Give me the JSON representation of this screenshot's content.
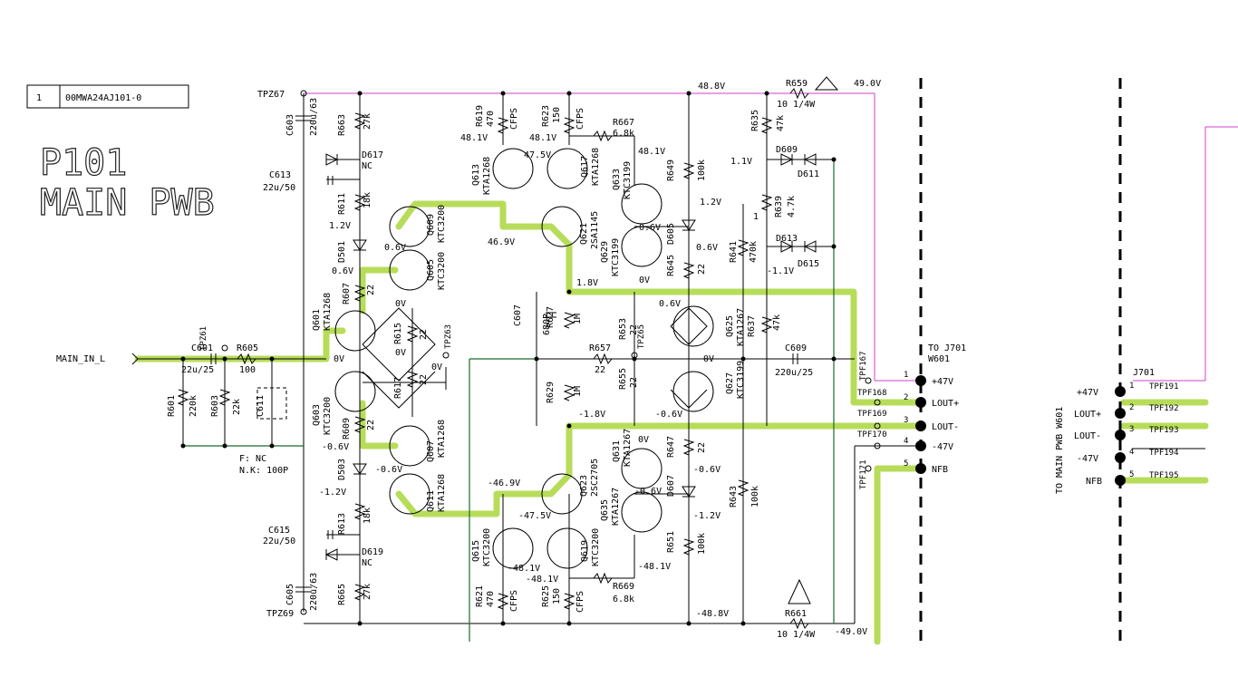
{
  "title_block": {
    "sheet": "1",
    "doc_number": "00MWA24AJ101-0"
  },
  "board": {
    "name_line1": "P101",
    "name_line2": "MAIN PWB"
  },
  "input": {
    "label": "MAIN_IN_L"
  },
  "connector_w601": {
    "heading_to": "TO J701",
    "heading_id": "W601",
    "pins": [
      {
        "num": "1",
        "label": "+47V",
        "tp": "TPF167"
      },
      {
        "num": "2",
        "label": "LOUT+",
        "tp": "TPF168"
      },
      {
        "num": "3",
        "label": "LOUT-",
        "tp": "TPF169"
      },
      {
        "num": "4",
        "label": "-47V",
        "tp": "TPF170"
      },
      {
        "num": "5",
        "label": "NFB",
        "tp": "TPF171"
      }
    ]
  },
  "connector_j701": {
    "heading_id": "J701",
    "side_text": "TO MAIN PWB W601",
    "pins": [
      {
        "num": "1",
        "label": "+47V",
        "tp": "TPF191"
      },
      {
        "num": "2",
        "label": "LOUT+",
        "tp": "TPF192"
      },
      {
        "num": "3",
        "label": "LOUT-",
        "tp": "TPF193"
      },
      {
        "num": "4",
        "label": "-47V",
        "tp": "TPF194"
      },
      {
        "num": "5",
        "label": "NFB",
        "tp": "TPF195"
      }
    ]
  },
  "rails": {
    "pos_rail": "48.8V",
    "pos_fuse": "49.0V",
    "neg_rail": "-48.8V",
    "neg_fuse": "-49.0V"
  },
  "testpoints": [
    "TPZ67",
    "TPZ61",
    "TPZ63",
    "TPZ65",
    "TPZ69"
  ],
  "notes": {
    "nc": "F: NC",
    "nk": "N.K: 100P"
  },
  "labels": [
    {
      "id": "c603",
      "text": "C603"
    },
    {
      "id": "c603v",
      "text": "220u/63"
    },
    {
      "id": "r663",
      "text": "R663"
    },
    {
      "id": "r663v",
      "text": "27k"
    },
    {
      "id": "d617",
      "text": "D617"
    },
    {
      "id": "d617n",
      "text": "NC"
    },
    {
      "id": "c613",
      "text": "C613"
    },
    {
      "id": "c613v",
      "text": "22u/50"
    },
    {
      "id": "r611",
      "text": "R611"
    },
    {
      "id": "r611v",
      "text": "18k"
    },
    {
      "id": "v12a",
      "text": "1.2V"
    },
    {
      "id": "d501",
      "text": "D501"
    },
    {
      "id": "v06a",
      "text": "0.6V"
    },
    {
      "id": "v06b",
      "text": "0.6V"
    },
    {
      "id": "q601",
      "text": "Q601"
    },
    {
      "id": "q601t",
      "text": "KTA1268"
    },
    {
      "id": "r607",
      "text": "R607"
    },
    {
      "id": "r607v",
      "text": "22"
    },
    {
      "id": "q609",
      "text": "Q609"
    },
    {
      "id": "q609t",
      "text": "KTC3200"
    },
    {
      "id": "q605",
      "text": "Q605"
    },
    {
      "id": "q605t",
      "text": "KTC3200"
    },
    {
      "id": "v0a",
      "text": "0V"
    },
    {
      "id": "c601",
      "text": "C601"
    },
    {
      "id": "c601v",
      "text": "22u/25"
    },
    {
      "id": "r605",
      "text": "R605"
    },
    {
      "id": "r605v",
      "text": "100"
    },
    {
      "id": "v0b",
      "text": "0V"
    },
    {
      "id": "r615",
      "text": "R615"
    },
    {
      "id": "r615v",
      "text": "22"
    },
    {
      "id": "v0c",
      "text": "0V"
    },
    {
      "id": "r617",
      "text": "R617"
    },
    {
      "id": "r617v",
      "text": "22"
    },
    {
      "id": "v0d",
      "text": "0V"
    },
    {
      "id": "r601",
      "text": "R601"
    },
    {
      "id": "r601v",
      "text": "220k"
    },
    {
      "id": "r603",
      "text": "R603"
    },
    {
      "id": "r603v",
      "text": "22k"
    },
    {
      "id": "c611",
      "text": "C611"
    },
    {
      "id": "q603",
      "text": "Q603"
    },
    {
      "id": "q603t",
      "text": "KTC3200"
    },
    {
      "id": "r609",
      "text": "R609"
    },
    {
      "id": "r609v",
      "text": "22"
    },
    {
      "id": "vn06a",
      "text": "-0.6V"
    },
    {
      "id": "q607",
      "text": "Q607"
    },
    {
      "id": "q607t",
      "text": "KTA1268"
    },
    {
      "id": "vn06b",
      "text": "-0.6V"
    },
    {
      "id": "d503",
      "text": "D503"
    },
    {
      "id": "vn12a",
      "text": "-1.2V"
    },
    {
      "id": "q611",
      "text": "Q611"
    },
    {
      "id": "q611t",
      "text": "KTA1268"
    },
    {
      "id": "c615",
      "text": "C615"
    },
    {
      "id": "c615v",
      "text": "22u/50"
    },
    {
      "id": "r613",
      "text": "R613"
    },
    {
      "id": "r613v",
      "text": "18k"
    },
    {
      "id": "d619",
      "text": "D619"
    },
    {
      "id": "d619n",
      "text": "NC"
    },
    {
      "id": "c605",
      "text": "C605"
    },
    {
      "id": "c605v",
      "text": "220u/63"
    },
    {
      "id": "r665",
      "text": "R665"
    },
    {
      "id": "r665v",
      "text": "27k"
    },
    {
      "id": "r619",
      "text": "R619"
    },
    {
      "id": "r619v",
      "text": "470"
    },
    {
      "id": "r619c",
      "text": "CFPS"
    },
    {
      "id": "r623",
      "text": "R623"
    },
    {
      "id": "r623v",
      "text": "150"
    },
    {
      "id": "r623c",
      "text": "CFPS"
    },
    {
      "id": "v481a",
      "text": "48.1V"
    },
    {
      "id": "v481b",
      "text": "48.1V"
    },
    {
      "id": "v475",
      "text": "47.5V"
    },
    {
      "id": "q613",
      "text": "Q613"
    },
    {
      "id": "q613t",
      "text": "KTA1268"
    },
    {
      "id": "q617",
      "text": "Q617"
    },
    {
      "id": "q617t",
      "text": "KTA1268"
    },
    {
      "id": "r667",
      "text": "R667"
    },
    {
      "id": "r667v",
      "text": "6.8k"
    },
    {
      "id": "v481c",
      "text": "48.1V"
    },
    {
      "id": "q633",
      "text": "Q633"
    },
    {
      "id": "q633t",
      "text": "KTC3199"
    },
    {
      "id": "q621",
      "text": "Q621"
    },
    {
      "id": "q621t",
      "text": "2SA1145"
    },
    {
      "id": "q629",
      "text": "Q629"
    },
    {
      "id": "q629t",
      "text": "KTC3199"
    },
    {
      "id": "v469",
      "text": "46.9V"
    },
    {
      "id": "v06c",
      "text": "0.6V"
    },
    {
      "id": "v0e",
      "text": "0V"
    },
    {
      "id": "v18",
      "text": "1.8V"
    },
    {
      "id": "r649",
      "text": "R649"
    },
    {
      "id": "r649v",
      "text": "100k"
    },
    {
      "id": "v12b",
      "text": "1.2V"
    },
    {
      "id": "d605",
      "text": "D605"
    },
    {
      "id": "v06d",
      "text": "0.6V"
    },
    {
      "id": "r645",
      "text": "R645"
    },
    {
      "id": "r645v",
      "text": "22"
    },
    {
      "id": "v06e",
      "text": "0.6V"
    },
    {
      "id": "c607",
      "text": "C607"
    },
    {
      "id": "c607v",
      "text": "680P"
    },
    {
      "id": "r627",
      "text": "R627"
    },
    {
      "id": "r627v",
      "text": "1M"
    },
    {
      "id": "r657",
      "text": "R657"
    },
    {
      "id": "r657v",
      "text": "22"
    },
    {
      "id": "r653",
      "text": "R653"
    },
    {
      "id": "r653v",
      "text": "22"
    },
    {
      "id": "r655",
      "text": "R655"
    },
    {
      "id": "r655v",
      "text": "22"
    },
    {
      "id": "q625",
      "text": "Q625"
    },
    {
      "id": "q625t",
      "text": "KTA1267"
    },
    {
      "id": "q627",
      "text": "Q627"
    },
    {
      "id": "q627t",
      "text": "KTC3199"
    },
    {
      "id": "v0f",
      "text": "0V"
    },
    {
      "id": "r629",
      "text": "R629"
    },
    {
      "id": "r629v",
      "text": "1M"
    },
    {
      "id": "vn18",
      "text": "-1.8V"
    },
    {
      "id": "vn06c",
      "text": "-0.6V"
    },
    {
      "id": "v0g",
      "text": "0V"
    },
    {
      "id": "r647",
      "text": "R647"
    },
    {
      "id": "r647v",
      "text": "22"
    },
    {
      "id": "vn06d",
      "text": "-0.6V"
    },
    {
      "id": "vn06e",
      "text": "-0.6V"
    },
    {
      "id": "q631",
      "text": "Q631"
    },
    {
      "id": "q631t",
      "text": "KTA1267"
    },
    {
      "id": "q623",
      "text": "Q623"
    },
    {
      "id": "q623t",
      "text": "2SC2705"
    },
    {
      "id": "q635",
      "text": "Q635"
    },
    {
      "id": "q635t",
      "text": "KTA1267"
    },
    {
      "id": "vn469",
      "text": "-46.9V"
    },
    {
      "id": "vn475",
      "text": "-47.5V"
    },
    {
      "id": "d607",
      "text": "D607"
    },
    {
      "id": "vn12b",
      "text": "-1.2V"
    },
    {
      "id": "r651",
      "text": "R651"
    },
    {
      "id": "r651v",
      "text": "100k"
    },
    {
      "id": "q615",
      "text": "Q615"
    },
    {
      "id": "q615t",
      "text": "KTC3200"
    },
    {
      "id": "q619",
      "text": "Q619"
    },
    {
      "id": "q619t",
      "text": "KTC3200"
    },
    {
      "id": "vn481a",
      "text": "-48.1V"
    },
    {
      "id": "vn481b",
      "text": "-48.1V"
    },
    {
      "id": "vn481c",
      "text": "-48.1V"
    },
    {
      "id": "r669",
      "text": "R669"
    },
    {
      "id": "r669v",
      "text": "6.8k"
    },
    {
      "id": "r621",
      "text": "R621"
    },
    {
      "id": "r621v",
      "text": "470"
    },
    {
      "id": "r621c",
      "text": "CFPS"
    },
    {
      "id": "r625",
      "text": "R625"
    },
    {
      "id": "r625v",
      "text": "150"
    },
    {
      "id": "r625c",
      "text": "CFPS"
    },
    {
      "id": "r635",
      "text": "R635"
    },
    {
      "id": "r635v",
      "text": "47k"
    },
    {
      "id": "r659",
      "text": "R659"
    },
    {
      "id": "r659v",
      "text": "10 1/4W"
    },
    {
      "id": "d609",
      "text": "D609"
    },
    {
      "id": "d611",
      "text": "D611"
    },
    {
      "id": "v11",
      "text": "1.1V"
    },
    {
      "id": "r639",
      "text": "R639"
    },
    {
      "id": "r639v",
      "text": "4.7k"
    },
    {
      "id": "r641",
      "text": "R641"
    },
    {
      "id": "r641v",
      "text": "470k"
    },
    {
      "id": "d613",
      "text": "D613"
    },
    {
      "id": "d615",
      "text": "D615"
    },
    {
      "id": "vn11",
      "text": "-1.1V"
    },
    {
      "id": "r637",
      "text": "R637"
    },
    {
      "id": "r637v",
      "text": "47k"
    },
    {
      "id": "c609",
      "text": "C609"
    },
    {
      "id": "c609v",
      "text": "220u/25"
    },
    {
      "id": "r643",
      "text": "R643"
    },
    {
      "id": "r643v",
      "text": "100k"
    },
    {
      "id": "r661",
      "text": "R661"
    },
    {
      "id": "r661v",
      "text": "10 1/4W"
    },
    {
      "id": "pin1",
      "text": "1"
    }
  ]
}
